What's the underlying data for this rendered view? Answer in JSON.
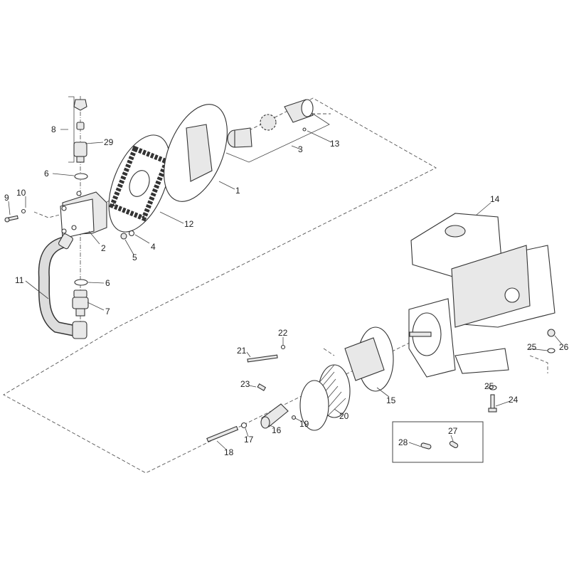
{
  "diagram": {
    "title": "Exploded parts diagram - engine driven hydraulic pump assembly",
    "callouts": {
      "c1": "1",
      "c2": "2",
      "c3": "3",
      "c4": "4",
      "c5": "5",
      "c6a": "6",
      "c6b": "6",
      "c7": "7",
      "c8": "8",
      "c9": "9",
      "c10": "10",
      "c11": "11",
      "c12": "12",
      "c13": "13",
      "c14": "14",
      "c15": "15",
      "c16": "16",
      "c17": "17",
      "c18": "18",
      "c19": "19",
      "c20": "20",
      "c21": "21",
      "c22": "22",
      "c23": "23",
      "c24": "24",
      "c25a": "25",
      "c25b": "25",
      "c26": "26",
      "c27": "27",
      "c28": "28",
      "c29": "29"
    }
  }
}
